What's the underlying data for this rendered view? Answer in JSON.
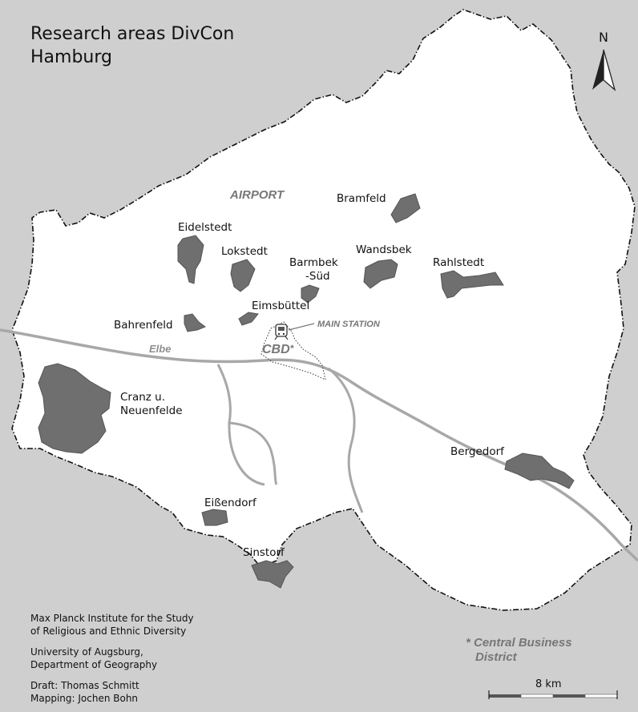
{
  "title_line1": "Research areas DivCon",
  "title_line2": "Hamburg",
  "north_label": "N",
  "districts": {
    "bramfeld": "Bramfeld",
    "eidelstedt": "Eidelstedt",
    "lokstedt": "Lokstedt",
    "barmbek_line1": "Barmbek",
    "barmbek_line2": "-Süd",
    "wandsbek": "Wandsbek",
    "rahlstedt": "Rahlstedt",
    "eimsbuettel": "Eimsbüttel",
    "bahrenfeld": "Bahrenfeld",
    "cranz_line1": "Cranz u.",
    "cranz_line2": "Neuenfelde",
    "bergedorf": "Bergedorf",
    "eissendorf": "Eißendorf",
    "sinstorf": "Sinstorf"
  },
  "places": {
    "airport": "AIRPORT",
    "main_station": "MAIN STATION",
    "cbd": "CBD",
    "cbd_marker": "*",
    "elbe": "Elbe"
  },
  "footnote": {
    "line1": "* Central Business",
    "line2": "District"
  },
  "credits": {
    "line1": "Max Planck Institute for the Study",
    "line2": "of Religious and Ethnic Diversity",
    "line3": "University of Augsburg,",
    "line4": "Department of Geography",
    "line5": "Draft: Thomas Schmitt",
    "line6": "Mapping: Jochen Bohn"
  },
  "scale_label": "8 km",
  "colors": {
    "outside": "#cfcfcf",
    "city": "#ffffff",
    "research_area": "#6f6f6f",
    "river": "#a8a8a8",
    "gray_label": "#777777"
  }
}
